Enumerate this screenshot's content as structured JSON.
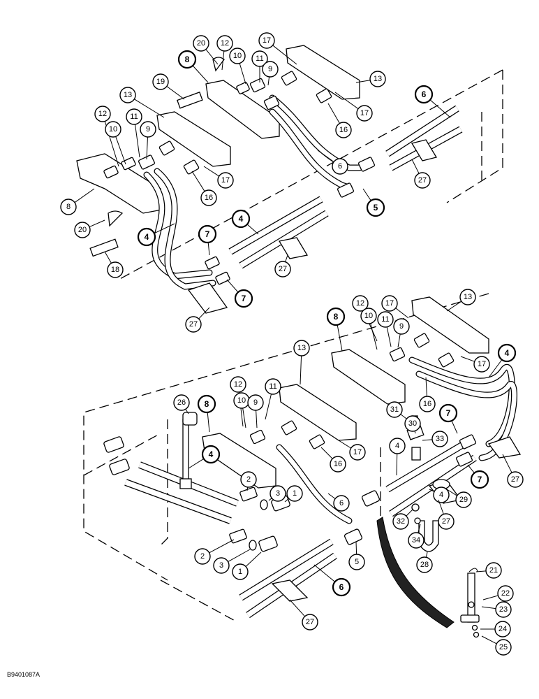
{
  "document_number": "B9401087A",
  "callouts": {
    "upper": [
      {
        "n": "20",
        "bold": false
      },
      {
        "n": "12",
        "bold": false
      },
      {
        "n": "8",
        "bold": true
      },
      {
        "n": "10",
        "bold": false
      },
      {
        "n": "11",
        "bold": false
      },
      {
        "n": "9",
        "bold": false
      },
      {
        "n": "17",
        "bold": false
      },
      {
        "n": "13",
        "bold": false
      },
      {
        "n": "19",
        "bold": false
      },
      {
        "n": "13",
        "bold": false
      },
      {
        "n": "17",
        "bold": false
      },
      {
        "n": "16",
        "bold": false
      },
      {
        "n": "6",
        "bold": true
      },
      {
        "n": "12",
        "bold": false
      },
      {
        "n": "10",
        "bold": false
      },
      {
        "n": "11",
        "bold": false
      },
      {
        "n": "9",
        "bold": false
      },
      {
        "n": "17",
        "bold": false
      },
      {
        "n": "6",
        "bold": false
      },
      {
        "n": "27",
        "bold": false
      },
      {
        "n": "16",
        "bold": false
      },
      {
        "n": "5",
        "bold": true
      },
      {
        "n": "8",
        "bold": false
      },
      {
        "n": "4",
        "bold": true
      },
      {
        "n": "20",
        "bold": false
      },
      {
        "n": "4",
        "bold": true
      },
      {
        "n": "7",
        "bold": true
      },
      {
        "n": "27",
        "bold": false
      },
      {
        "n": "18",
        "bold": false
      },
      {
        "n": "7",
        "bold": true
      },
      {
        "n": "27",
        "bold": false
      }
    ],
    "lower": [
      {
        "n": "12",
        "bold": false
      },
      {
        "n": "17",
        "bold": false
      },
      {
        "n": "13",
        "bold": false
      },
      {
        "n": "8",
        "bold": true
      },
      {
        "n": "10",
        "bold": false
      },
      {
        "n": "11",
        "bold": false
      },
      {
        "n": "9",
        "bold": false
      },
      {
        "n": "17",
        "bold": false
      },
      {
        "n": "13",
        "bold": false
      },
      {
        "n": "4",
        "bold": true
      },
      {
        "n": "12",
        "bold": false
      },
      {
        "n": "11",
        "bold": false
      },
      {
        "n": "16",
        "bold": false
      },
      {
        "n": "26",
        "bold": false
      },
      {
        "n": "8",
        "bold": true
      },
      {
        "n": "10",
        "bold": false
      },
      {
        "n": "9",
        "bold": false
      },
      {
        "n": "31",
        "bold": false
      },
      {
        "n": "30",
        "bold": false
      },
      {
        "n": "7",
        "bold": true
      },
      {
        "n": "33",
        "bold": false
      },
      {
        "n": "4",
        "bold": true
      },
      {
        "n": "17",
        "bold": false
      },
      {
        "n": "4",
        "bold": false
      },
      {
        "n": "16",
        "bold": false
      },
      {
        "n": "27",
        "bold": false
      },
      {
        "n": "2",
        "bold": false
      },
      {
        "n": "3",
        "bold": false
      },
      {
        "n": "1",
        "bold": false
      },
      {
        "n": "6",
        "bold": false
      },
      {
        "n": "7",
        "bold": true
      },
      {
        "n": "4",
        "bold": false
      },
      {
        "n": "29",
        "bold": false
      },
      {
        "n": "32",
        "bold": false
      },
      {
        "n": "27",
        "bold": false
      },
      {
        "n": "34",
        "bold": false
      },
      {
        "n": "2",
        "bold": false
      },
      {
        "n": "3",
        "bold": false
      },
      {
        "n": "1",
        "bold": false
      },
      {
        "n": "5",
        "bold": false
      },
      {
        "n": "28",
        "bold": false
      },
      {
        "n": "21",
        "bold": false
      },
      {
        "n": "6",
        "bold": true
      },
      {
        "n": "22",
        "bold": false
      },
      {
        "n": "23",
        "bold": false
      },
      {
        "n": "24",
        "bold": false
      },
      {
        "n": "27",
        "bold": false
      },
      {
        "n": "25",
        "bold": false
      }
    ]
  }
}
